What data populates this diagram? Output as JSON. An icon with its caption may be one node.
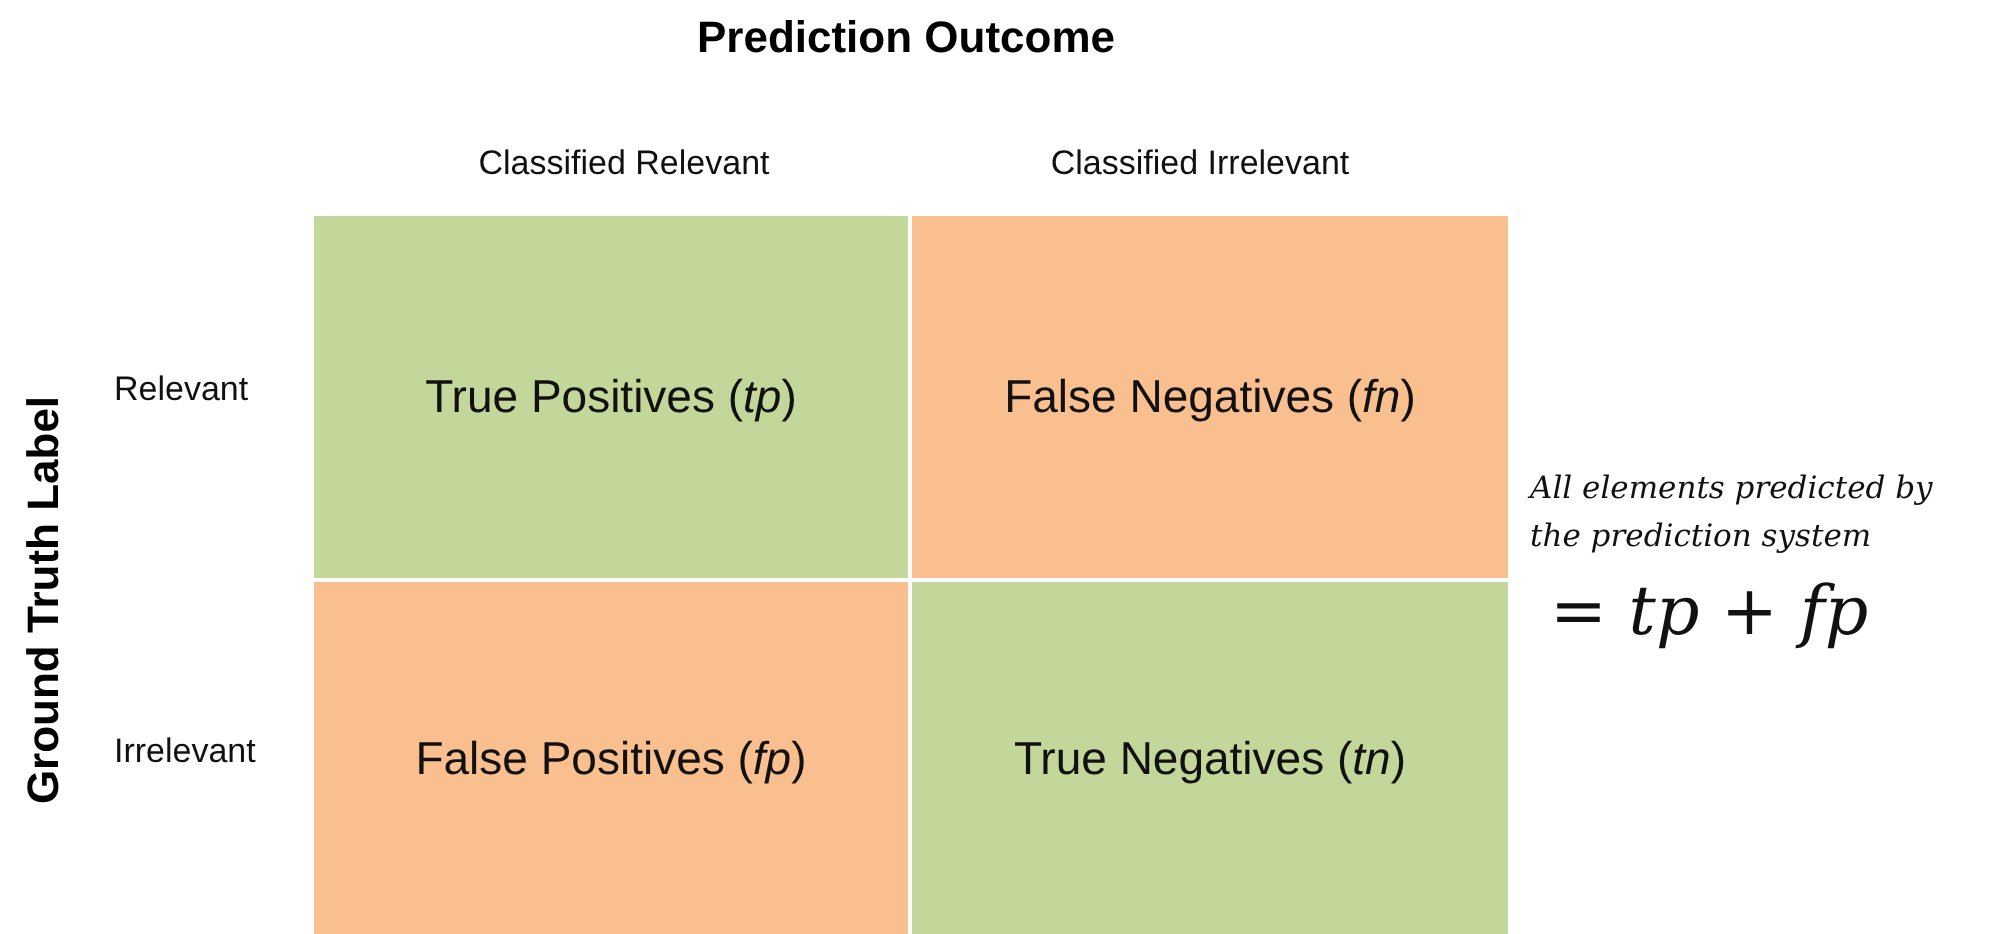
{
  "diagram": {
    "title": "Prediction Outcome",
    "nodes": [
      {
        "text": [
          "True Positives (*tp*)"
        ]
      },
      {
        "text": [
          "False Negatives (*fn*)"
        ]
      },
      {
        "text": [
          "False Positives (*fp*)"
        ]
      },
      {
        "text": [
          "True Negatives (*tn*)"
        ]
      }
    ],
    "labels": [
      "Classified Relevant",
      "Classified Irrelevant",
      "Ground Truth Label",
      "Relevant",
      "Irrelevant",
      "All elements predicted by the prediction system",
      "= *tp* + *fp*"
    ]
  }
}
